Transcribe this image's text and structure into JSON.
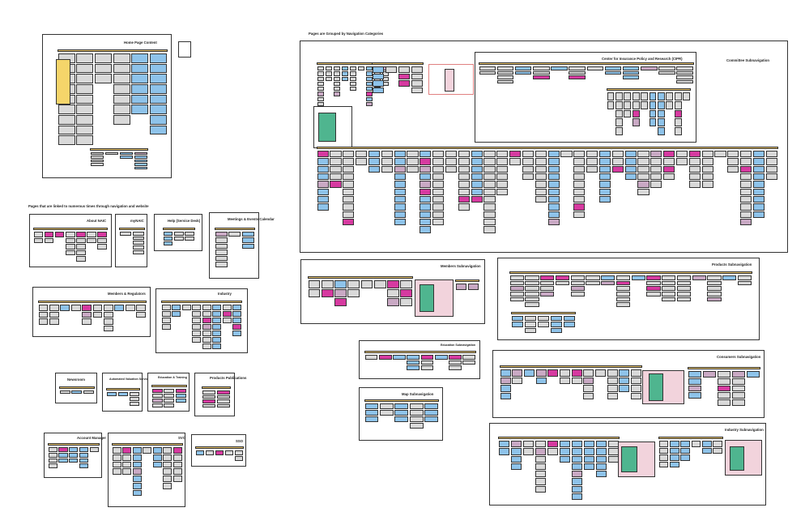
{
  "sections": {
    "hub_pages": "Pages that are linked to numerous times through navigation and website",
    "grouped_pages": "Pages are Grouped by Navigation Categories"
  },
  "frames": {
    "home_page_content": "Home Page Content",
    "about_naic": "About NAIC",
    "mynaic": "myNAIC",
    "help_service_desk": "Help (Service Desk)",
    "meetings_events": "Meetings & Events Calendar",
    "members_regulators": "Members & Regulators",
    "industry": "Industry",
    "newsroom": "Newsroom",
    "avs": "Automated Valuation Service (AVS+)",
    "education_training": "Education & Training",
    "products_publications": "Products Publications",
    "account_manager": "Account Manager",
    "svo": "SVO",
    "sso": "SSO",
    "committee_subnav": "Committee Subnavigation",
    "cipr": "Center for Insurance Policy and Research (CIPR)",
    "members_subnav": "Members Subnavigation",
    "products_subnav": "Products Subnavigation",
    "education_subnav": "Education Subnavigation",
    "map_subnav": "Map Subnavigation",
    "consumers_subnav": "Consumers Subnavigation",
    "industry_subnav": "Industry Subnavigation"
  },
  "colors": {
    "header_gold": "#e8c36a",
    "box_grey": "#d9d9d9",
    "box_blue": "#8ec3ea",
    "box_magenta": "#d63aa0",
    "box_mauve": "#c9a9c4",
    "box_teal": "#4fb58f",
    "box_pink": "#f2d3dc",
    "box_green": "#c7e3a8",
    "box_yellow": "#f5d56a",
    "outline": "#333333",
    "connector": "#111111",
    "accent_red": "#e08080"
  }
}
